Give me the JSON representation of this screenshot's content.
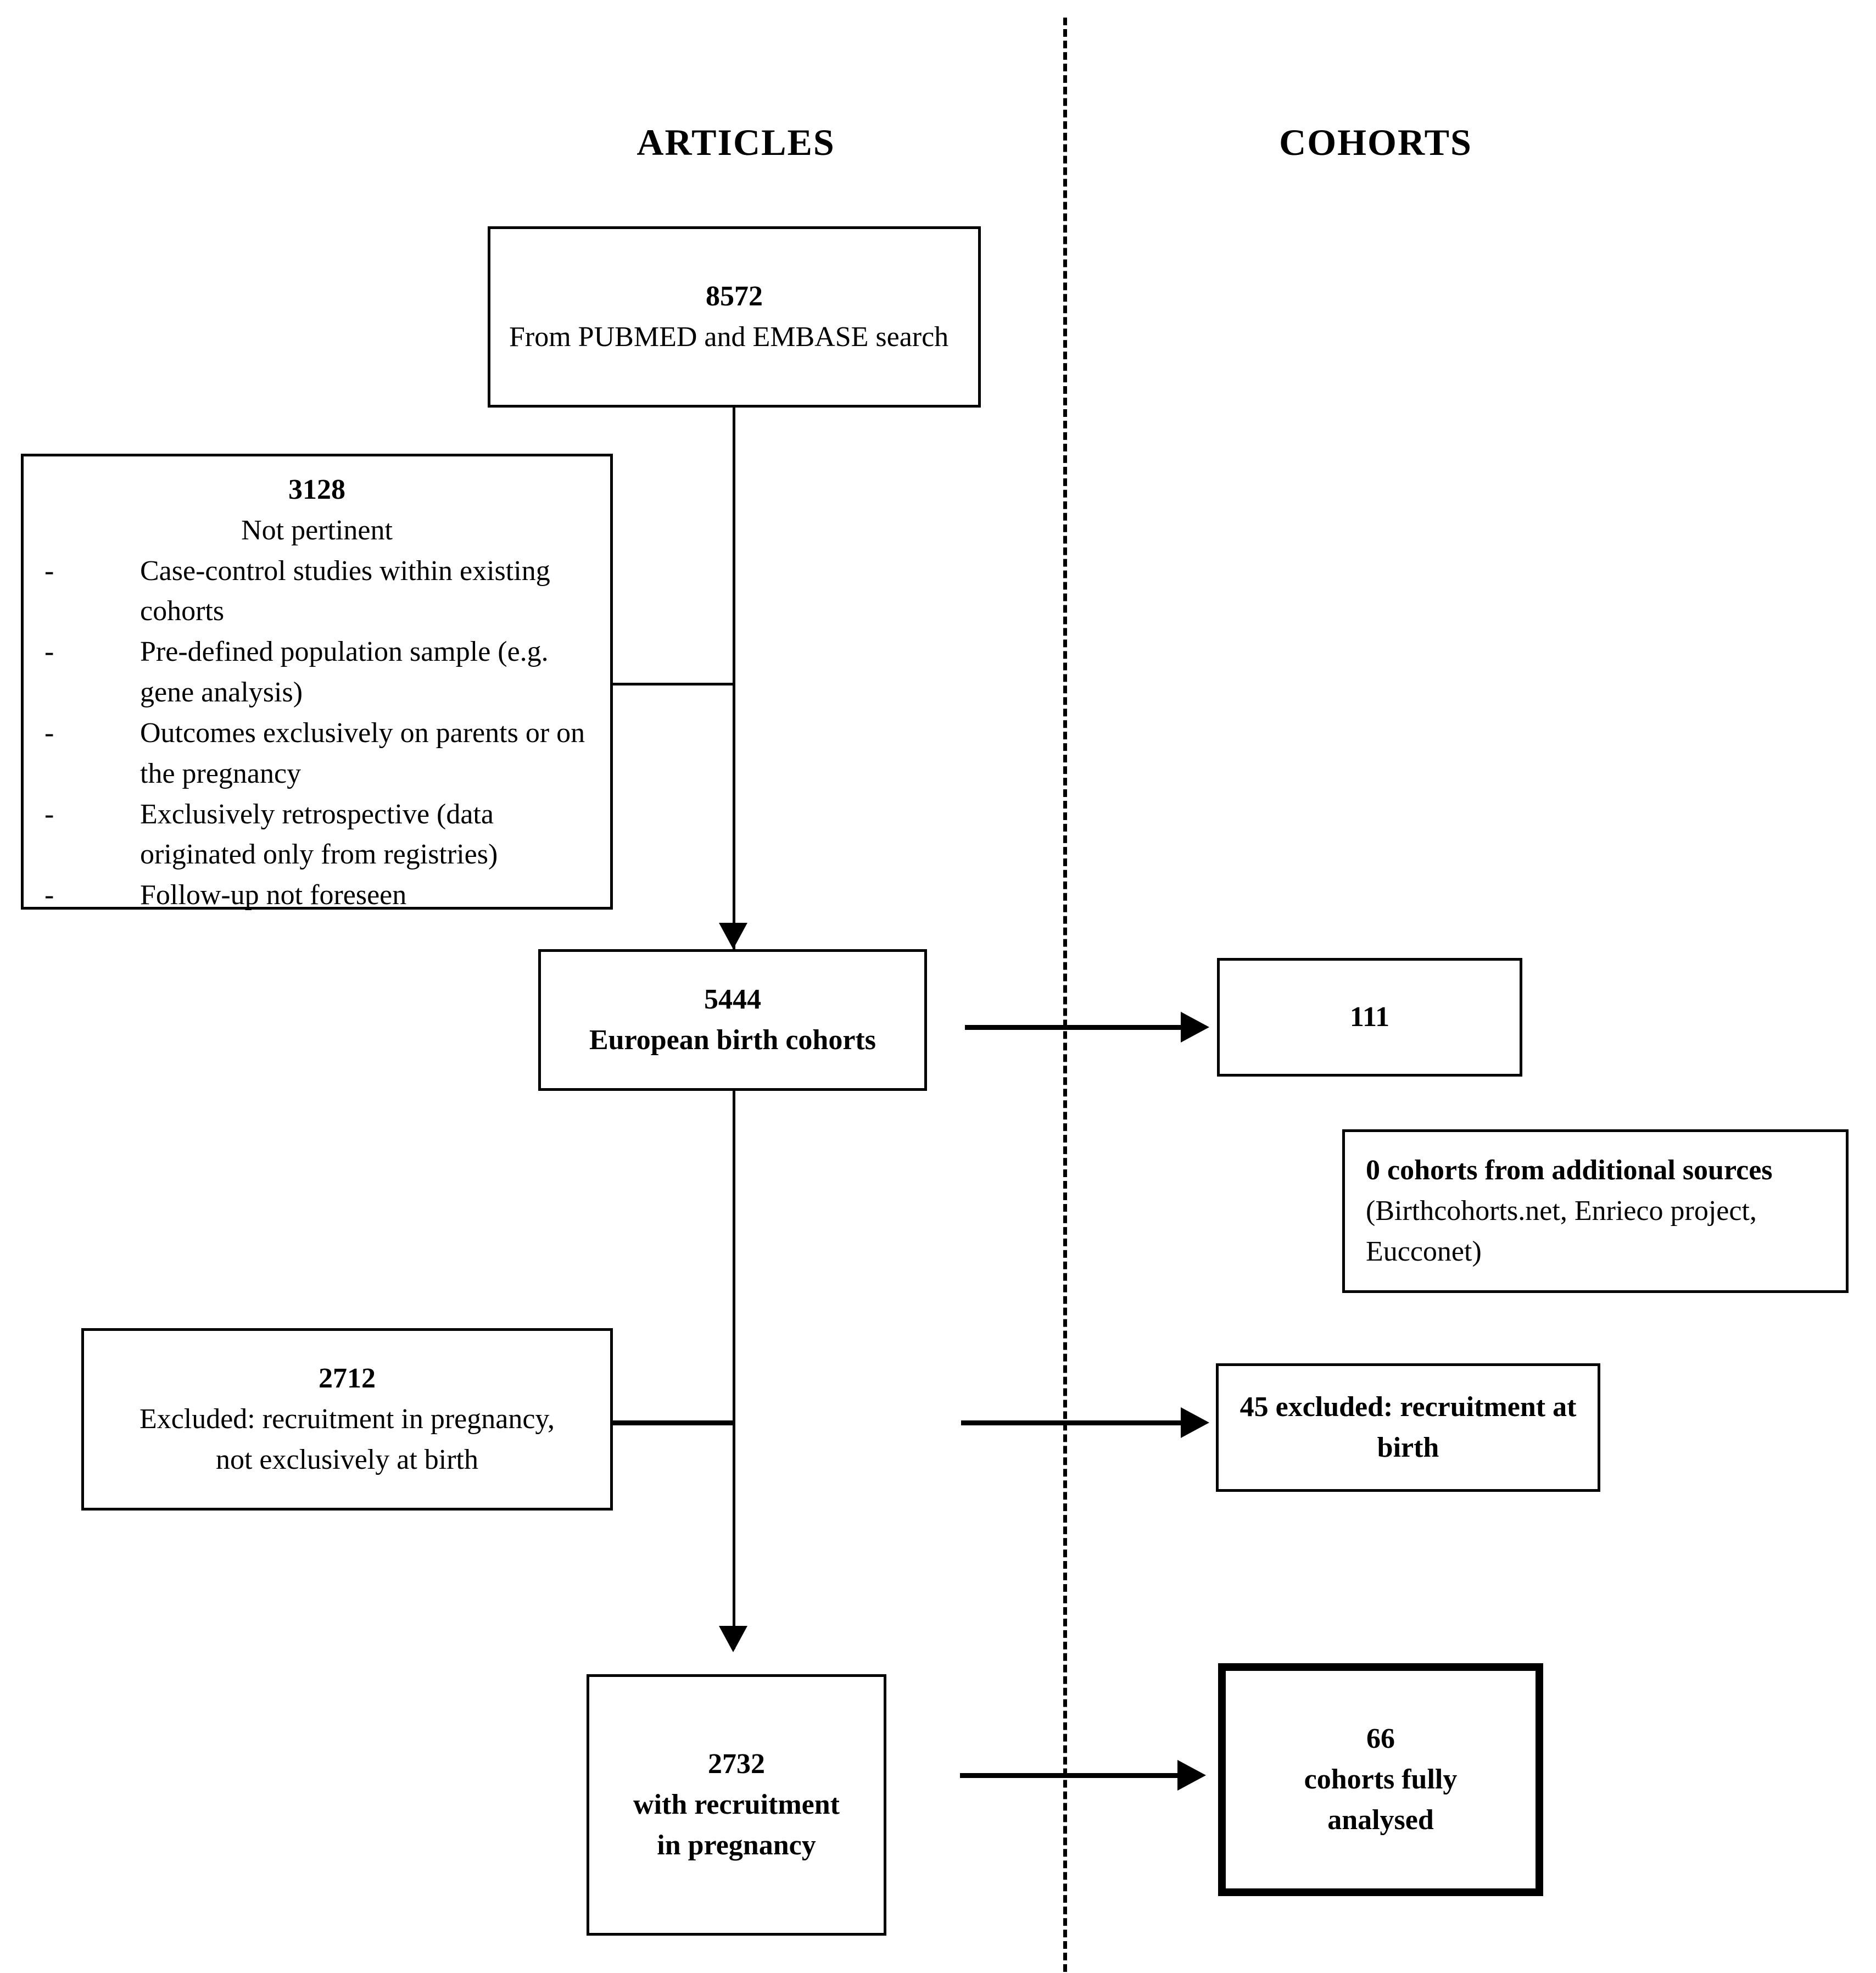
{
  "figure": {
    "type": "flow-diagram",
    "title": "Study / cohort selection flow diagram",
    "columns": [
      {
        "id": "articles",
        "label": "ARTICLES"
      },
      {
        "id": "cohorts",
        "label": "COHORTS"
      }
    ]
  },
  "nodes": {
    "identified_articles": {
      "count": "8572",
      "description": "From PUBMED and EMBASE search"
    },
    "not_pertinent": {
      "count": "3128",
      "reason": "Not pertinent",
      "bullet_marker": "-",
      "criteria": [
        "Case-control studies within existing cohorts",
        "Pre-defined population sample (e.g. gene analysis)",
        "Outcomes exclusively on parents or on the pregnancy",
        "Exclusively retrospective (data originated only from registries)",
        "Follow-up not foreseen"
      ]
    },
    "european_birth_cohorts": {
      "count": "5444",
      "description": "European birth cohorts"
    },
    "cohorts_identified": {
      "count": "111"
    },
    "additional_sources": {
      "headline": "0 cohorts from additional sources",
      "detail": "(Birthcohorts.net, Enrieco project, Eucconet)"
    },
    "excluded_articles": {
      "count": "2712",
      "line1": "Excluded: recruitment in pregnancy,",
      "line2": "not exclusively at birth"
    },
    "excluded_cohorts": {
      "line1": "45 excluded: recruitment at",
      "line2": "birth"
    },
    "articles_in_pregnancy": {
      "count": "2732",
      "line1": "with recruitment",
      "line2": "in pregnancy"
    },
    "cohorts_analysed": {
      "count": "66",
      "line1": "cohorts fully",
      "line2": "analysed"
    }
  },
  "style": {
    "ink": "#000000",
    "paper": "#ffffff"
  }
}
